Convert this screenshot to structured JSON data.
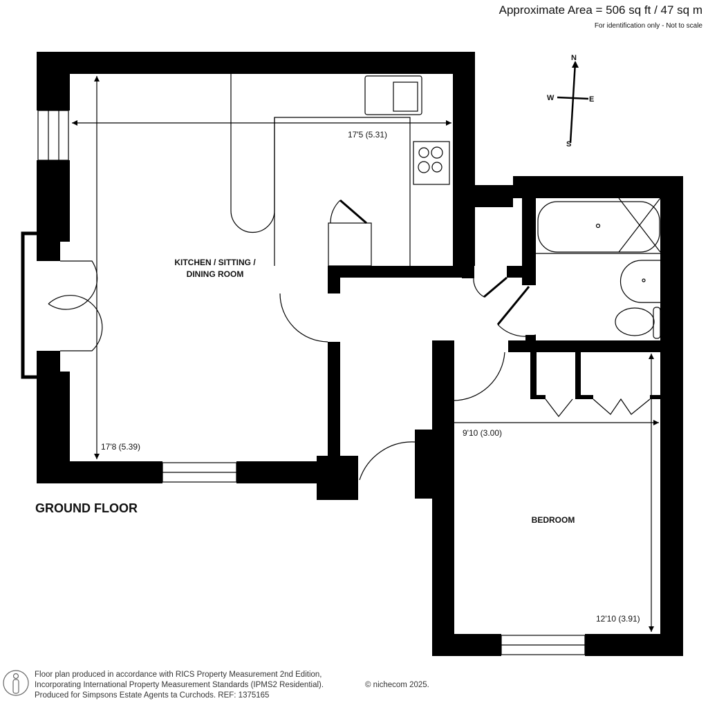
{
  "header": {
    "area": "Approximate Area = 506 sq ft / 47 sq m",
    "disclaimer": "For identification only - Not to scale"
  },
  "floor_label": "GROUND FLOOR",
  "rooms": [
    {
      "name_line1": "KITCHEN / SITTING /",
      "name_line2": "DINING ROOM",
      "width_dim": "17'5 (5.31)",
      "length_dim": "17'8 (5.39)"
    },
    {
      "name_line1": "BEDROOM",
      "width_dim": "9'10 (3.00)",
      "length_dim": "12'10 (3.91)"
    }
  ],
  "compass": {
    "n": "N",
    "s": "S",
    "e": "E",
    "w": "W"
  },
  "footer": {
    "line1": "Floor plan produced in accordance with RICS Property Measurement 2nd Edition,",
    "line2": "Incorporating International Property Measurement Standards (IPMS2 Residential).",
    "line3": "Produced for Simpsons Estate Agents ta Curchods.   REF:  1375165",
    "copyright": "© nichecom 2025."
  },
  "colors": {
    "wall": "#000000",
    "background": "#ffffff",
    "text": "#111111"
  }
}
